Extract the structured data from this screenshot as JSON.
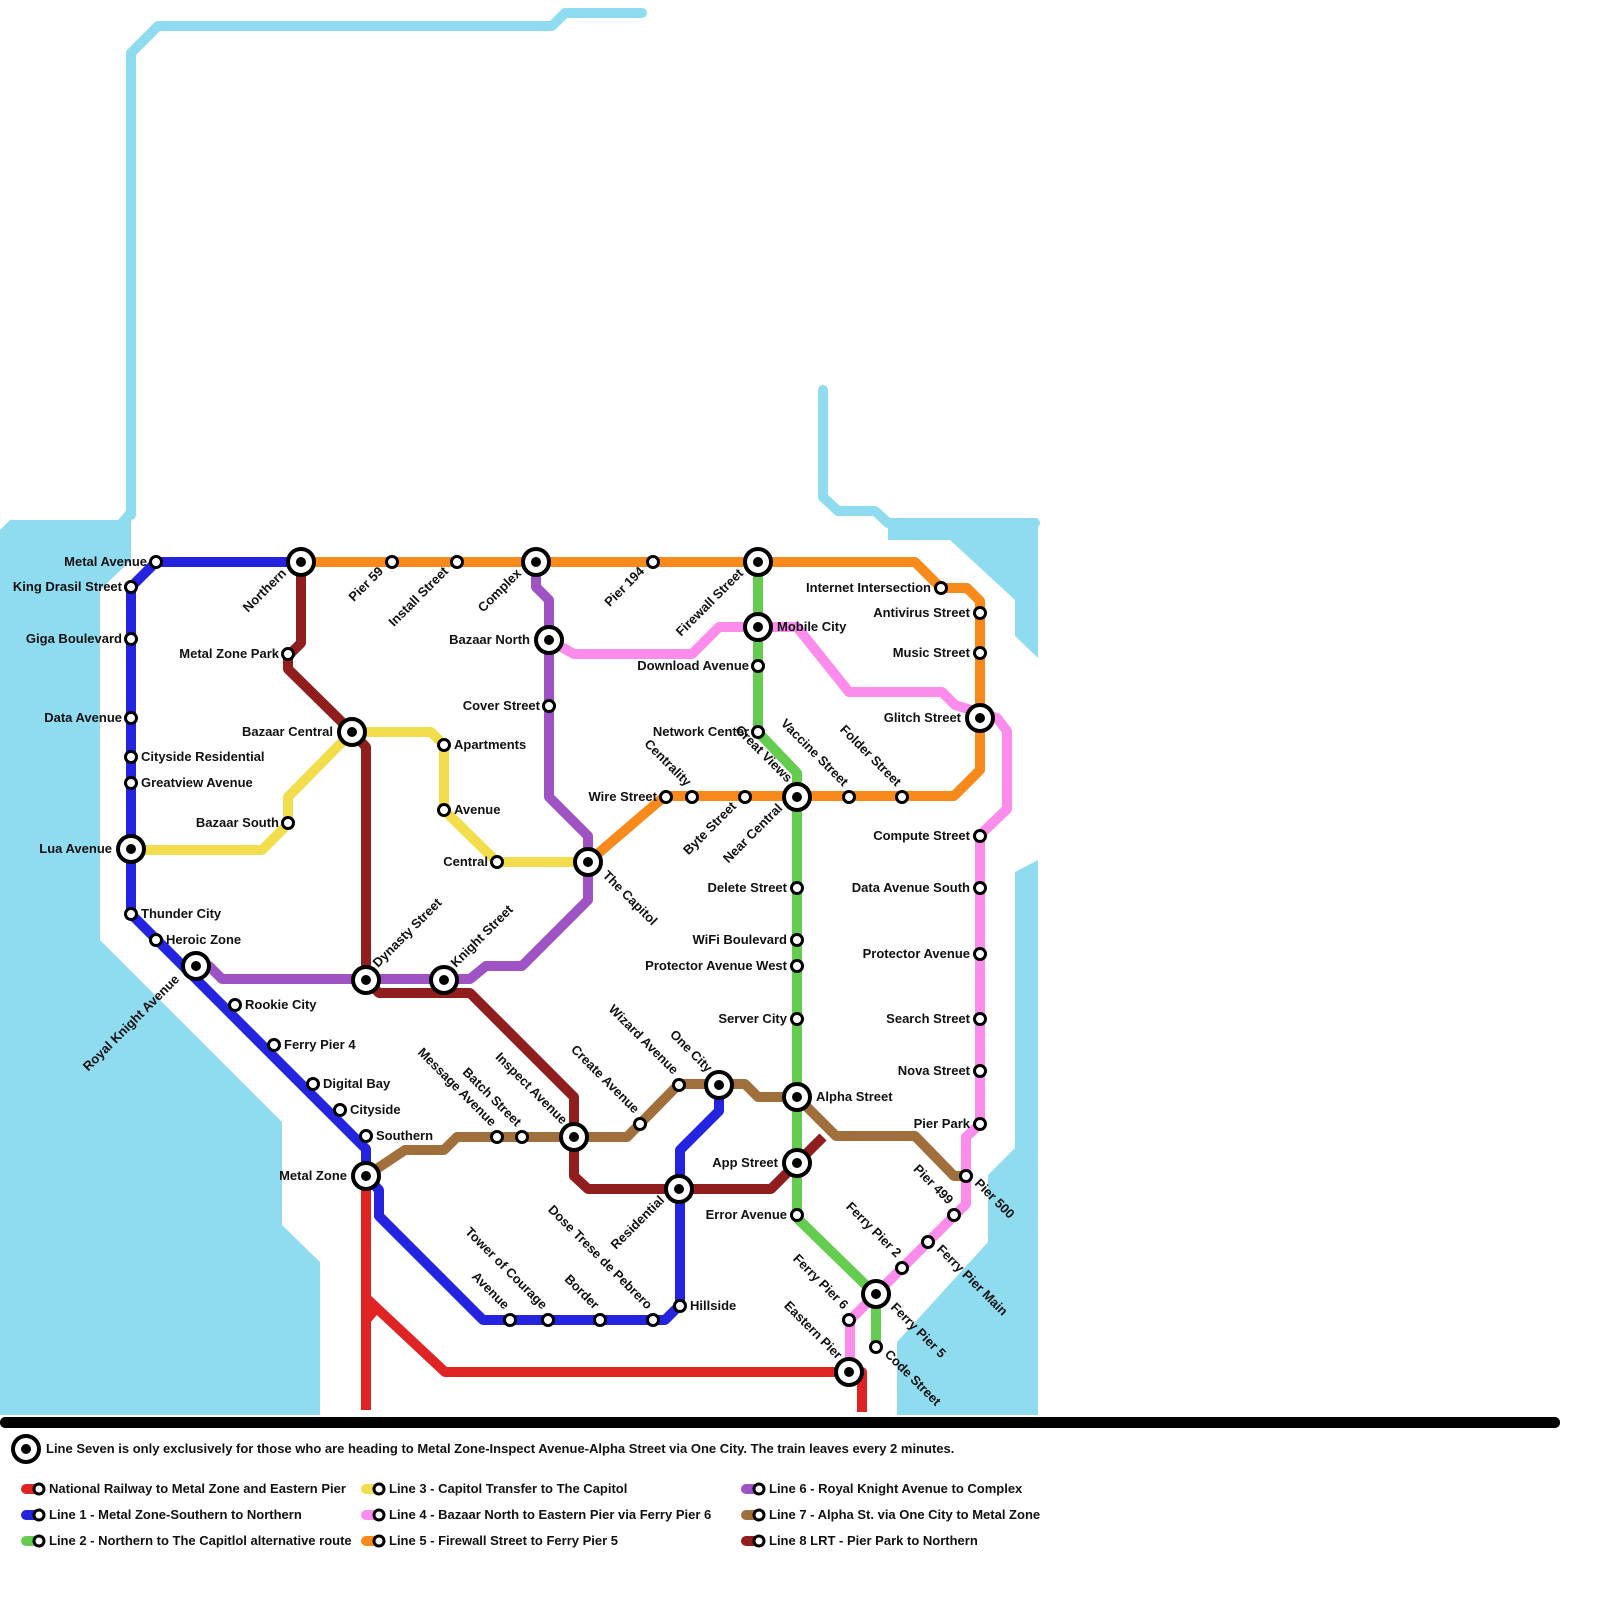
{
  "colors": {
    "water": "#8fdcf1",
    "national": "#e02424",
    "line1": "#2323e0",
    "line2": "#64cd50",
    "line3": "#f2dd4c",
    "line4": "#fb8cec",
    "line5": "#f88a1c",
    "line6": "#9f52c4",
    "line7": "#a06f3c",
    "line8": "#911e1e"
  },
  "stations": {
    "metal_avenue": "Metal Avenue",
    "king_drasil_street": "King Drasil Street",
    "giga_boulevard": "Giga Boulevard",
    "data_avenue": "Data Avenue",
    "cityside_residential": "Cityside Residential",
    "greatview_avenue": "Greatview Avenue",
    "lua_avenue": "Lua Avenue",
    "thunder_city": "Thunder City",
    "heroic_zone": "Heroic Zone",
    "royal_knight_avenue": "Royal Knight Avenue",
    "rookie_city": "Rookie City",
    "ferry_pier_4": "Ferry Pier 4",
    "digital_bay": "Digital Bay",
    "cityside": "Cityside",
    "southern": "Southern",
    "metal_zone": "Metal Zone",
    "northern": "Northern",
    "metal_zone_park": "Metal Zone Park",
    "pier_59": "Pier 59",
    "install_street": "Install Street",
    "complex": "Complex",
    "pier_194": "Pier 194",
    "firewall_street": "Firewall Street",
    "internet_intersection": "Internet Intersection",
    "antivirus_street": "Antivirus Street",
    "music_street": "Music Street",
    "glitch_street": "Glitch Street",
    "bazaar_north": "Bazaar North",
    "cover_street": "Cover Street",
    "bazaar_central": "Bazaar Central",
    "apartments": "Apartments",
    "avenue_yellow": "Avenue",
    "bazaar_south": "Bazaar South",
    "central": "Central",
    "the_capitol": "The Capitol",
    "mobile_city": "Mobile City",
    "download_avenue": "Download Avenue",
    "network_center": "Network Center",
    "wire_street": "Wire Street",
    "centrality": "Centrality",
    "byte_street": "Byte Street",
    "great_views": "Great Views",
    "near_central": "Near Central",
    "vaccine_street": "Vaccine Street",
    "folder_street": "Folder Street",
    "compute_street": "Compute Street",
    "delete_street": "Delete Street",
    "data_avenue_south": "Data Avenue South",
    "wifi_boulevard": "WiFi Boulevard",
    "protector_avenue_west": "Protector Avenue West",
    "protector_avenue": "Protector Avenue",
    "server_city": "Server City",
    "search_street": "Search Street",
    "nova_street": "Nova Street",
    "dynasty_street": "Dynasty Street",
    "knight_street": "Knight Street",
    "wizard_avenue": "Wizard Avenue",
    "one_city": "One City",
    "alpha_street": "Alpha Street",
    "pier_park": "Pier Park",
    "message_avenue": "Message Avenue",
    "batch_street": "Batch Street",
    "inspect_avenue": "Inspect Avenue",
    "create_avenue": "Create Avenue",
    "app_street": "App Street",
    "residential": "Residential",
    "error_avenue": "Error Avenue",
    "pier_499": "Pier 499",
    "pier_500": "Pier 500",
    "ferry_pier_2": "Ferry Pier 2",
    "ferry_pier_main": "Ferry Pier Main",
    "ferry_pier_5": "Ferry Pier 5",
    "ferry_pier_6": "Ferry Pier 6",
    "eastern_pier": "Eastern Pier",
    "code_street": "Code Street",
    "hillside": "Hillside",
    "avenue_blue": "Avenue",
    "tower_of_courage": "Tower of Courage",
    "border": "Border",
    "dose_trese_de_pebrero": "Dose Trese de Pebrero"
  },
  "legend": {
    "note": "Line Seven is only exclusively for those who are heading to Metal Zone-Inspect Avenue-Alpha Street via One City. The train leaves every 2 minutes.",
    "national": "National Railway to Metal Zone and Eastern Pier",
    "line1": "Line 1 - Metal Zone-Southern to Northern",
    "line2": "Line 2 - Northern to The Capitlol alternative route",
    "line3": "Line 3 - Capitol Transfer to The Capitol",
    "line4": "Line 4 - Bazaar North to Eastern Pier via Ferry Pier 6",
    "line5": "Line 5 - Firewall Street to Ferry Pier 5",
    "line6": "Line 6 - Royal Knight Avenue to Complex",
    "line7": "Line 7 - Alpha St. via One City to Metal Zone",
    "line8": "Line 8 LRT - Pier Park to Northern"
  }
}
